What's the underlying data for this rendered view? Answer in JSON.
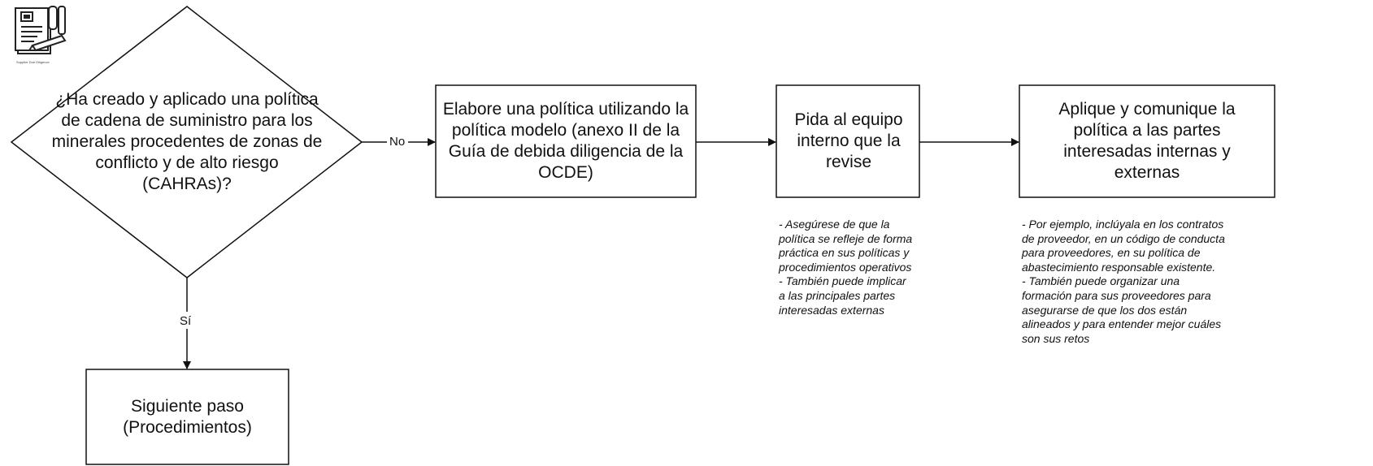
{
  "nodes": {
    "question": "¿Ha creado y aplicado una política de cadena de suministro para los minerales procedentes de zonas de conflicto y de alto riesgo (CAHRAs)?",
    "elabore": "Elabore una política utilizando la política modelo (anexo II de la Guía de debida diligencia de la OCDE)",
    "pida": "Pida al equipo interno que la revise",
    "aplique": "Aplique y comunique la política a las partes interesadas internas y externas",
    "siguiente": "Siguiente paso (Procedimientos)"
  },
  "edges": {
    "no_label": "No",
    "si_label": "Sí"
  },
  "notes": {
    "pida_note": [
      " - Asegúrese de que la",
      "política se refleje de forma",
      "práctica en sus políticas y",
      "procedimientos operativos",
      " - También puede implicar",
      "a las principales partes",
      "interesadas externas"
    ],
    "aplique_note": [
      " - Por ejemplo, inclúyala en los contratos",
      "de proveedor, en un código de conducta",
      "para proveedores, en su política de",
      "abastecimiento responsable existente.",
      " - También puede organizar una",
      "formación para sus proveedores para",
      "asegurarse de que los dos están",
      "alineados y para entender mejor cuáles",
      "son sus retos"
    ]
  },
  "logo": {
    "icon": "document-pen-icon",
    "caption": "Supplier Due Diligence"
  },
  "colors": {
    "stroke": "#111111",
    "background": "#ffffff"
  }
}
